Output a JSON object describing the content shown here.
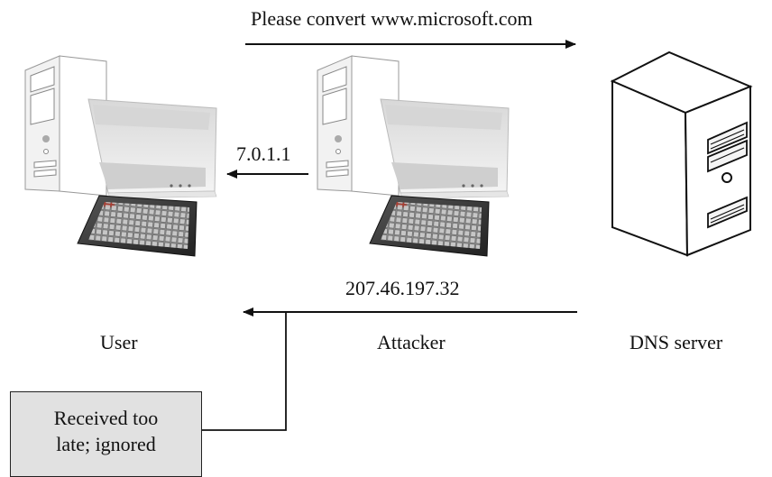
{
  "diagram": {
    "messages": {
      "query": "Please convert www.microsoft.com",
      "spoofed_reply": "7.0.1.1",
      "real_reply": "207.46.197.32"
    },
    "nodes": {
      "user": "User",
      "attacker": "Attacker",
      "dns_server": "DNS server"
    },
    "note": {
      "line1": "Received too",
      "line2": "late; ignored"
    },
    "icons": {
      "user": "desktop-computer-icon",
      "attacker": "desktop-computer-icon",
      "dns_server": "server-tower-icon"
    }
  }
}
